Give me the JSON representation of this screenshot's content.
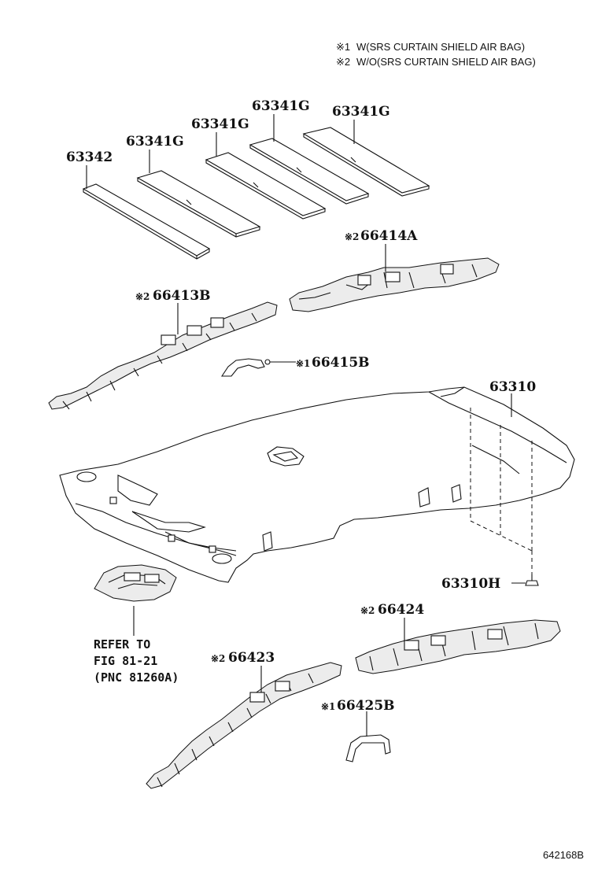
{
  "notes": [
    {
      "mark": "※1",
      "text": "W(SRS CURTAIN SHIELD AIR BAG)"
    },
    {
      "mark": "※2",
      "text": "W/O(SRS CURTAIN SHIELD AIR BAG)"
    }
  ],
  "labels": {
    "p63342": "63342",
    "p63341g_1": "63341G",
    "p63341g_2": "63341G",
    "p63341g_3": "63341G",
    "p63341g_4": "63341G",
    "p66414a_mark": "※2",
    "p66414a": "66414A",
    "p66413b_mark": "※2",
    "p66413b": "66413B",
    "p66415b_mark": "※1",
    "p66415b": "66415B",
    "p63310": "63310",
    "p63310h": "63310H",
    "p66424_mark": "※2",
    "p66424": "66424",
    "p66423_mark": "※2",
    "p66423": "66423",
    "p66425b_mark": "※1",
    "p66425b": "66425B"
  },
  "refer": {
    "line1": "REFER TO",
    "line2": "FIG 81-21",
    "line3": "(PNC 81260A)"
  },
  "figure_code": "642168B"
}
